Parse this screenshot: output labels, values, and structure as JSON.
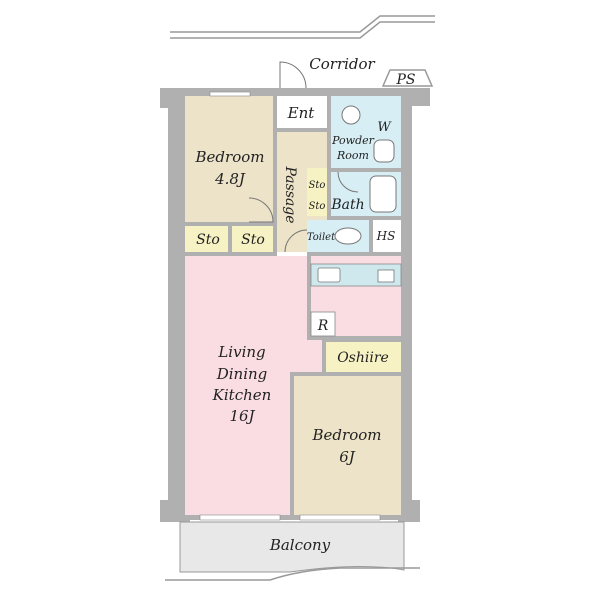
{
  "labels": {
    "corridor": "Corridor",
    "ps": "PS",
    "ent": "Ent",
    "w": "W",
    "powder_room": [
      "Powder",
      "Room"
    ],
    "bedroom1": [
      "Bedroom",
      "4.8J"
    ],
    "passage": "Passage",
    "sto_small_1": "Sto",
    "sto_small_2": "Sto",
    "bath": "Bath",
    "sto_left_1": "Sto",
    "sto_left_2": "Sto",
    "toilet": "Toilet",
    "hs": "HS",
    "r": "R",
    "ldk": [
      "Living",
      "Dining",
      "Kitchen",
      "16J"
    ],
    "oshiire": "Oshiire",
    "bedroom2": [
      "Bedroom",
      "6J"
    ],
    "balcony": "Balcony"
  },
  "colors": {
    "wall": "#b0b0b0",
    "bedroom": "#ede3c8",
    "ldk": "#f9dde3",
    "wet_area": "#d7eef5",
    "storage": "#f7f2c4",
    "balcony": "#e8e8e8",
    "kitchen_counter": "#cfe8ee"
  }
}
